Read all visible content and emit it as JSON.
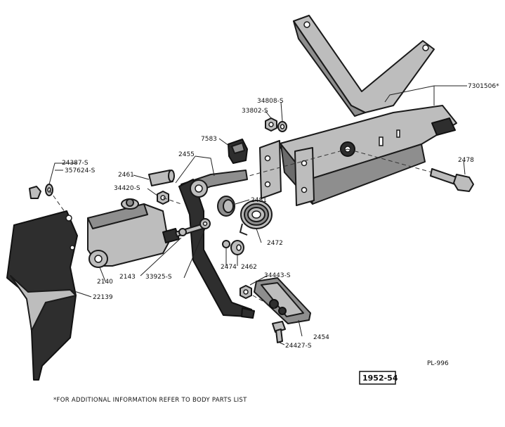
{
  "labels": {
    "l7301506": "7301506*",
    "l34808": "34808-S",
    "l33802": "33802-S",
    "l7583": "7583",
    "l2455": "2455",
    "l2478": "2478",
    "l24387": "24387-S",
    "l357624": "357624-S",
    "l2461": "2461",
    "l34420": "34420-S",
    "l2481": "2481",
    "l2472": "2472",
    "l2474": "2474",
    "l2462": "2462",
    "l2140": "2140",
    "l2143": "2143",
    "l33925": "33925-S",
    "l34443": "34443-S",
    "l22139": "22139",
    "l2454": "2454",
    "l24427": "24427-S"
  },
  "plate_code": "PL-996",
  "year_box": "1952-54",
  "footnote": "*FOR ADDITIONAL INFORMATION REFER TO BODY PARTS LIST"
}
